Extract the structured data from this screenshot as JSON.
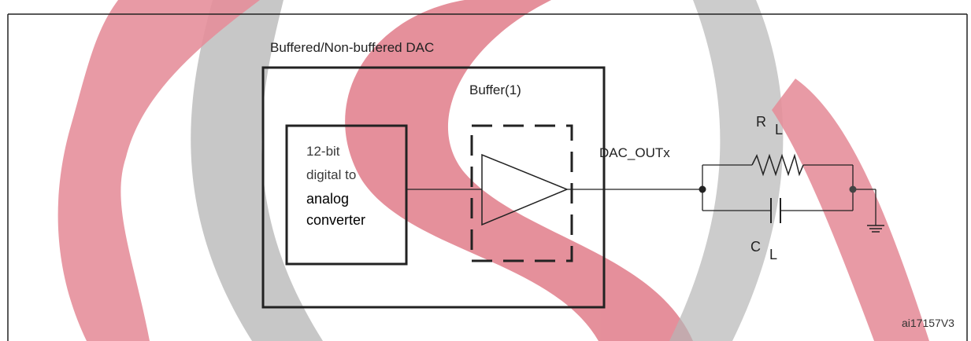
{
  "diagram": {
    "outer_box_label": "Buffered/Non-buffered DAC",
    "buffer_label": "Buffer(1)",
    "converter_lines": [
      "12-bit",
      "digital to",
      "analog",
      "converter"
    ],
    "output_label": "DAC_OUTx",
    "resistor_label": "R",
    "resistor_subscript": "L",
    "capacitor_label": "C",
    "capacitor_subscript": "L",
    "figure_id": "ai17157V3",
    "colors": {
      "line": "#222222",
      "watermark_red": "#e48a96",
      "watermark_gray": "#b2b2b2"
    },
    "icons": [
      "ground-icon",
      "resistor-icon",
      "capacitor-icon",
      "amplifier-icon"
    ]
  }
}
